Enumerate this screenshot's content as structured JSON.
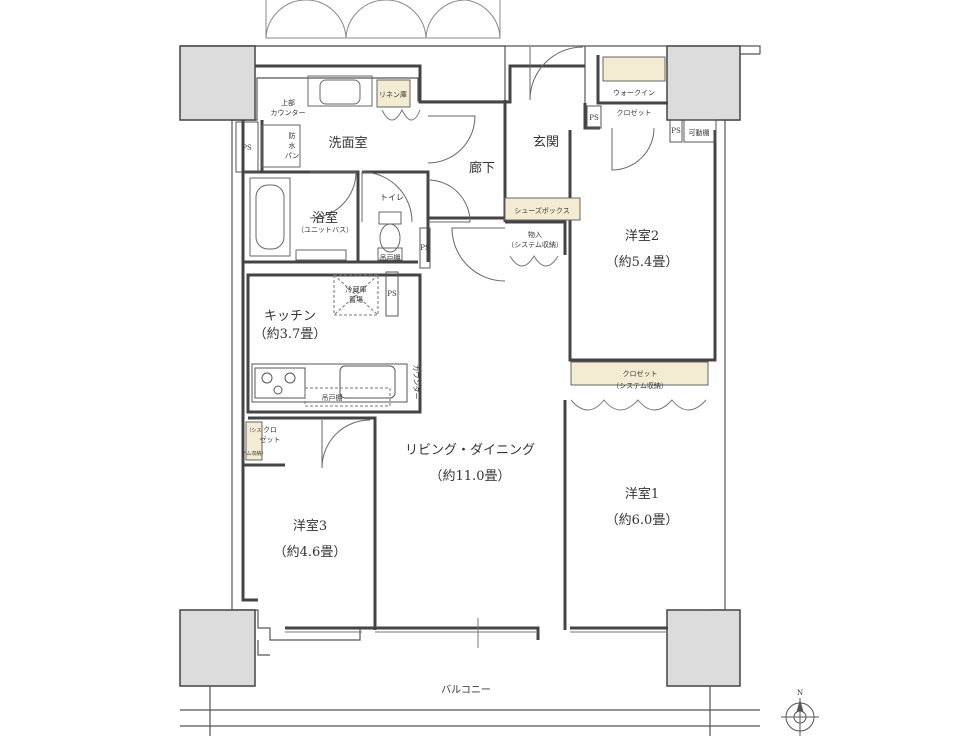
{
  "rooms": {
    "washroom": "洗面室",
    "bath": "浴室",
    "bath_sub": "（ユニットバス）",
    "toilet": "トイレ",
    "hallway": "廊下",
    "entrance": "玄関",
    "kitchen": "キッチン",
    "kitchen_size": "（約3.7畳）",
    "living": "リビング・ダイニング",
    "living_size": "（約11.0畳）",
    "western2": "洋室2",
    "western2_size": "（約5.4畳）",
    "western1": "洋室1",
    "western1_size": "（約6.0畳）",
    "western3": "洋室3",
    "western3_size": "（約4.6畳）",
    "balcony": "バルコニー"
  },
  "fixtures": {
    "linen": "リネン庫",
    "upper_counter_1": "上部",
    "upper_counter_2": "カウンター",
    "waterproof_1": "防",
    "waterproof_2": "水",
    "waterproof_3": "パン",
    "ps": "PS",
    "walkin_1": "ウォークイン",
    "walkin_2": "クロゼット",
    "movable_shelf": "可動棚",
    "shoes_box": "シューズボックス",
    "storage_1": "物入",
    "storage_2": "（システム収納）",
    "hanging_shelf": "吊戸棚",
    "fridge_1": "冷蔵庫",
    "fridge_2": "置場",
    "counter": "カウンター",
    "kitchen_hanging": "吊戸棚",
    "closet_top_1": "クロゼット",
    "closet_top_2": "（システム収納）",
    "closet_side_1": "クロ",
    "closet_side_2": "ゼット",
    "closet_side_3": "（シス",
    "closet_side_4": "テム収納）"
  },
  "compass": {
    "north": "N"
  },
  "colors": {
    "wall": "#444444",
    "column": "#dcdcdc",
    "line": "#555555",
    "wood": "#f3ecd2"
  }
}
